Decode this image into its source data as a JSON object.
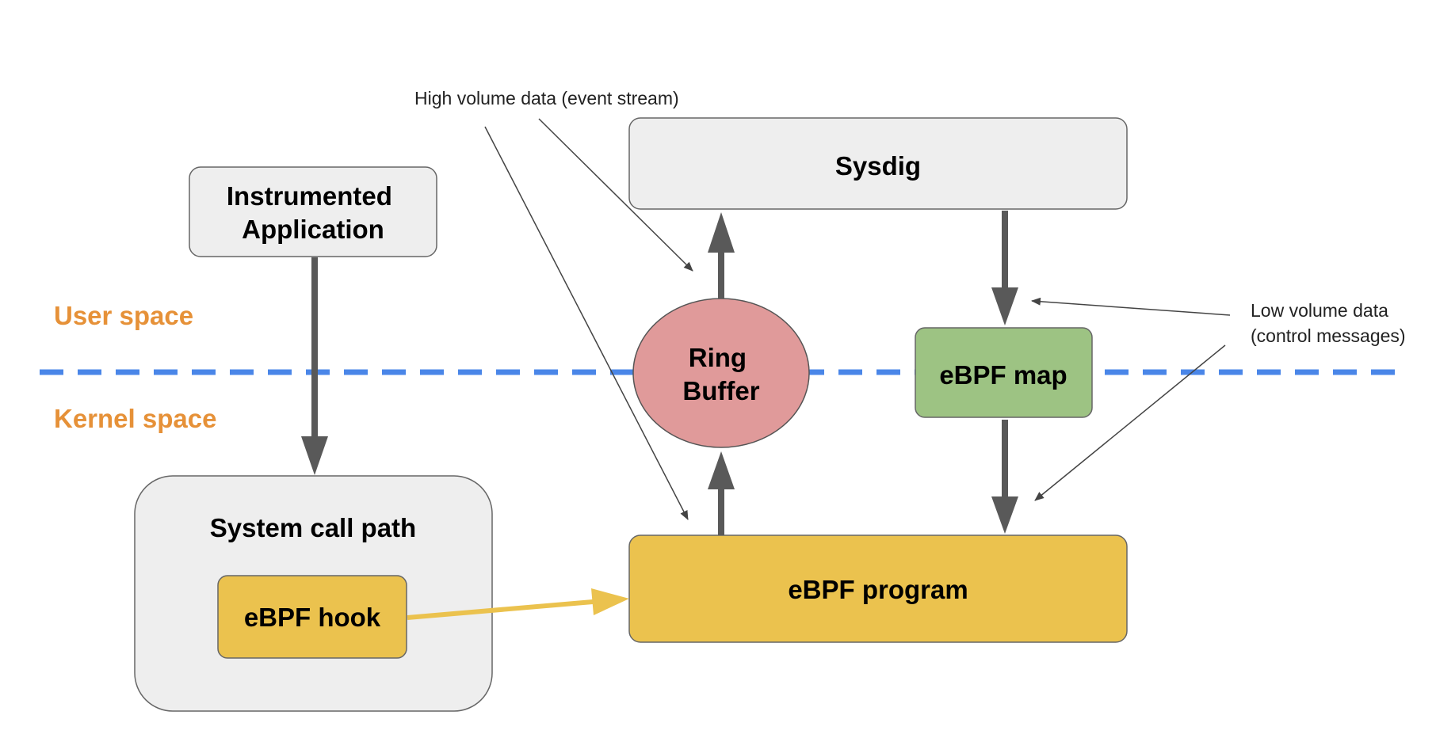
{
  "regions": {
    "user_space": "User space",
    "kernel_space": "Kernel space"
  },
  "nodes": {
    "instrumented_application": [
      "Instrumented",
      "Application"
    ],
    "sysdig": "Sysdig",
    "ring_buffer": [
      "Ring",
      "Buffer"
    ],
    "ebpf_map": "eBPF map",
    "system_call_path": "System call path",
    "ebpf_hook": "eBPF hook",
    "ebpf_program": "eBPF program"
  },
  "annotations": {
    "high_volume": "High volume data (event stream)",
    "low_volume": [
      "Low volume data",
      "(control messages)"
    ]
  },
  "colors": {
    "region_label": "#e69138",
    "boundary_line": "#4a86e8",
    "gray_box": "#eeeeee",
    "ring_buffer": "#e09a9a",
    "ebpf_map": "#9dc383",
    "ebpf_yellow": "#ebc24e",
    "yellow_arrow": "#ebc24e",
    "dark_arrow": "#595959"
  }
}
